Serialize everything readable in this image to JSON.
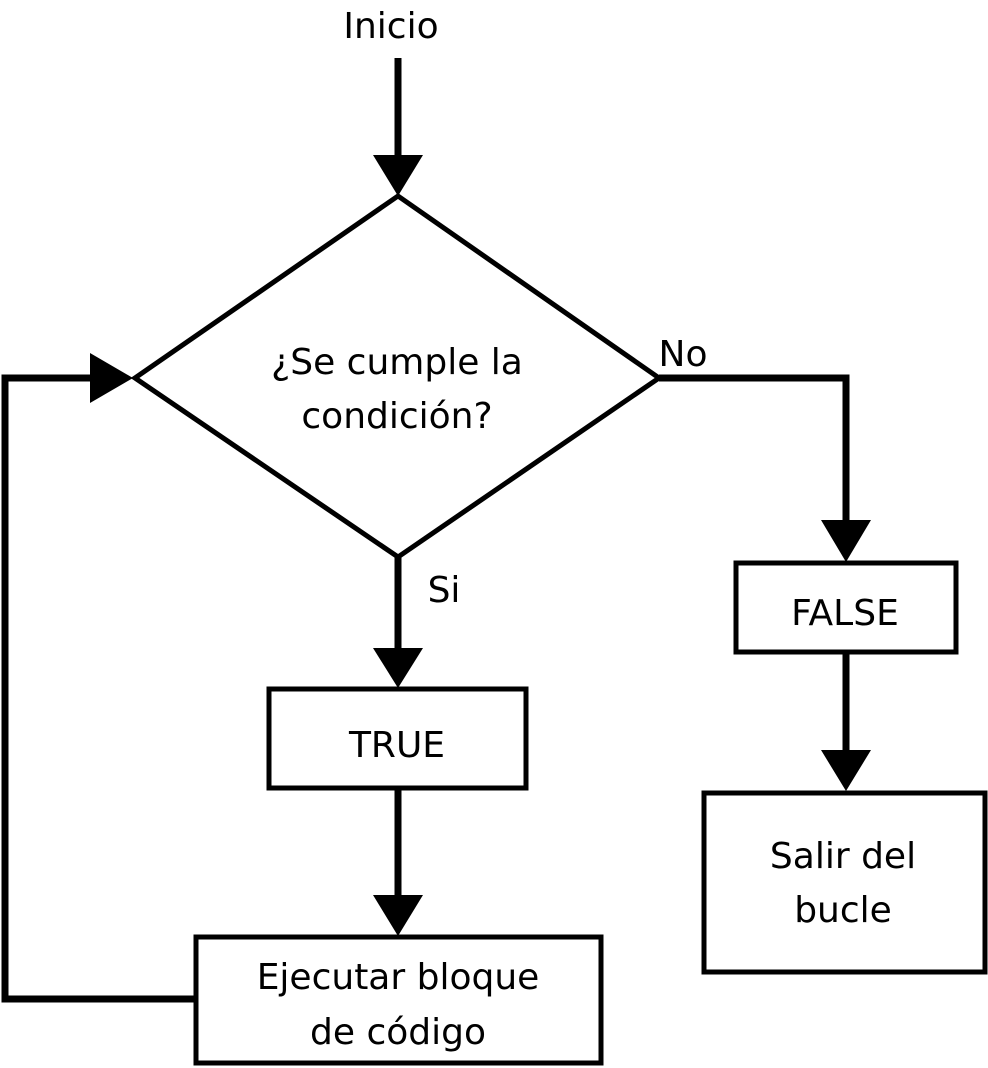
{
  "flowchart": {
    "start_label": "Inicio",
    "decision": {
      "line1": "¿Se cumple la",
      "line2": "condición?"
    },
    "yes_label": "Si",
    "no_label": "No",
    "true_box": "TRUE",
    "false_box": "FALSE",
    "execute_box": {
      "line1": "Ejecutar bloque",
      "line2": "de código"
    },
    "exit_box": {
      "line1": "Salir del",
      "line2": "bucle"
    }
  }
}
